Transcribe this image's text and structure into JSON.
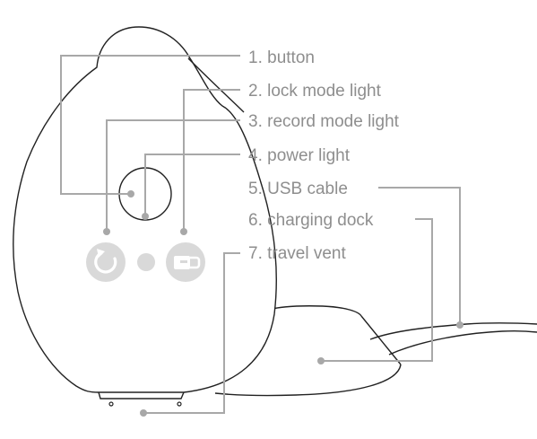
{
  "callouts": [
    {
      "id": "button",
      "text": "1. button"
    },
    {
      "id": "lock-mode-light",
      "text": "2. lock mode light"
    },
    {
      "id": "record-mode-light",
      "text": "3. record mode light"
    },
    {
      "id": "power-light",
      "text": "4. power light"
    },
    {
      "id": "usb-cable",
      "text": "5. USB cable"
    },
    {
      "id": "charging-dock",
      "text": "6. charging dock"
    },
    {
      "id": "travel-vent",
      "text": "7. travel vent"
    }
  ],
  "colors": {
    "label": "#8e8e8e",
    "leader": "#a8a8a8",
    "outline": "#222222",
    "indicator": "#d9d9d9"
  },
  "icons": [
    "record-icon",
    "power-dot-icon",
    "lock-icon"
  ]
}
